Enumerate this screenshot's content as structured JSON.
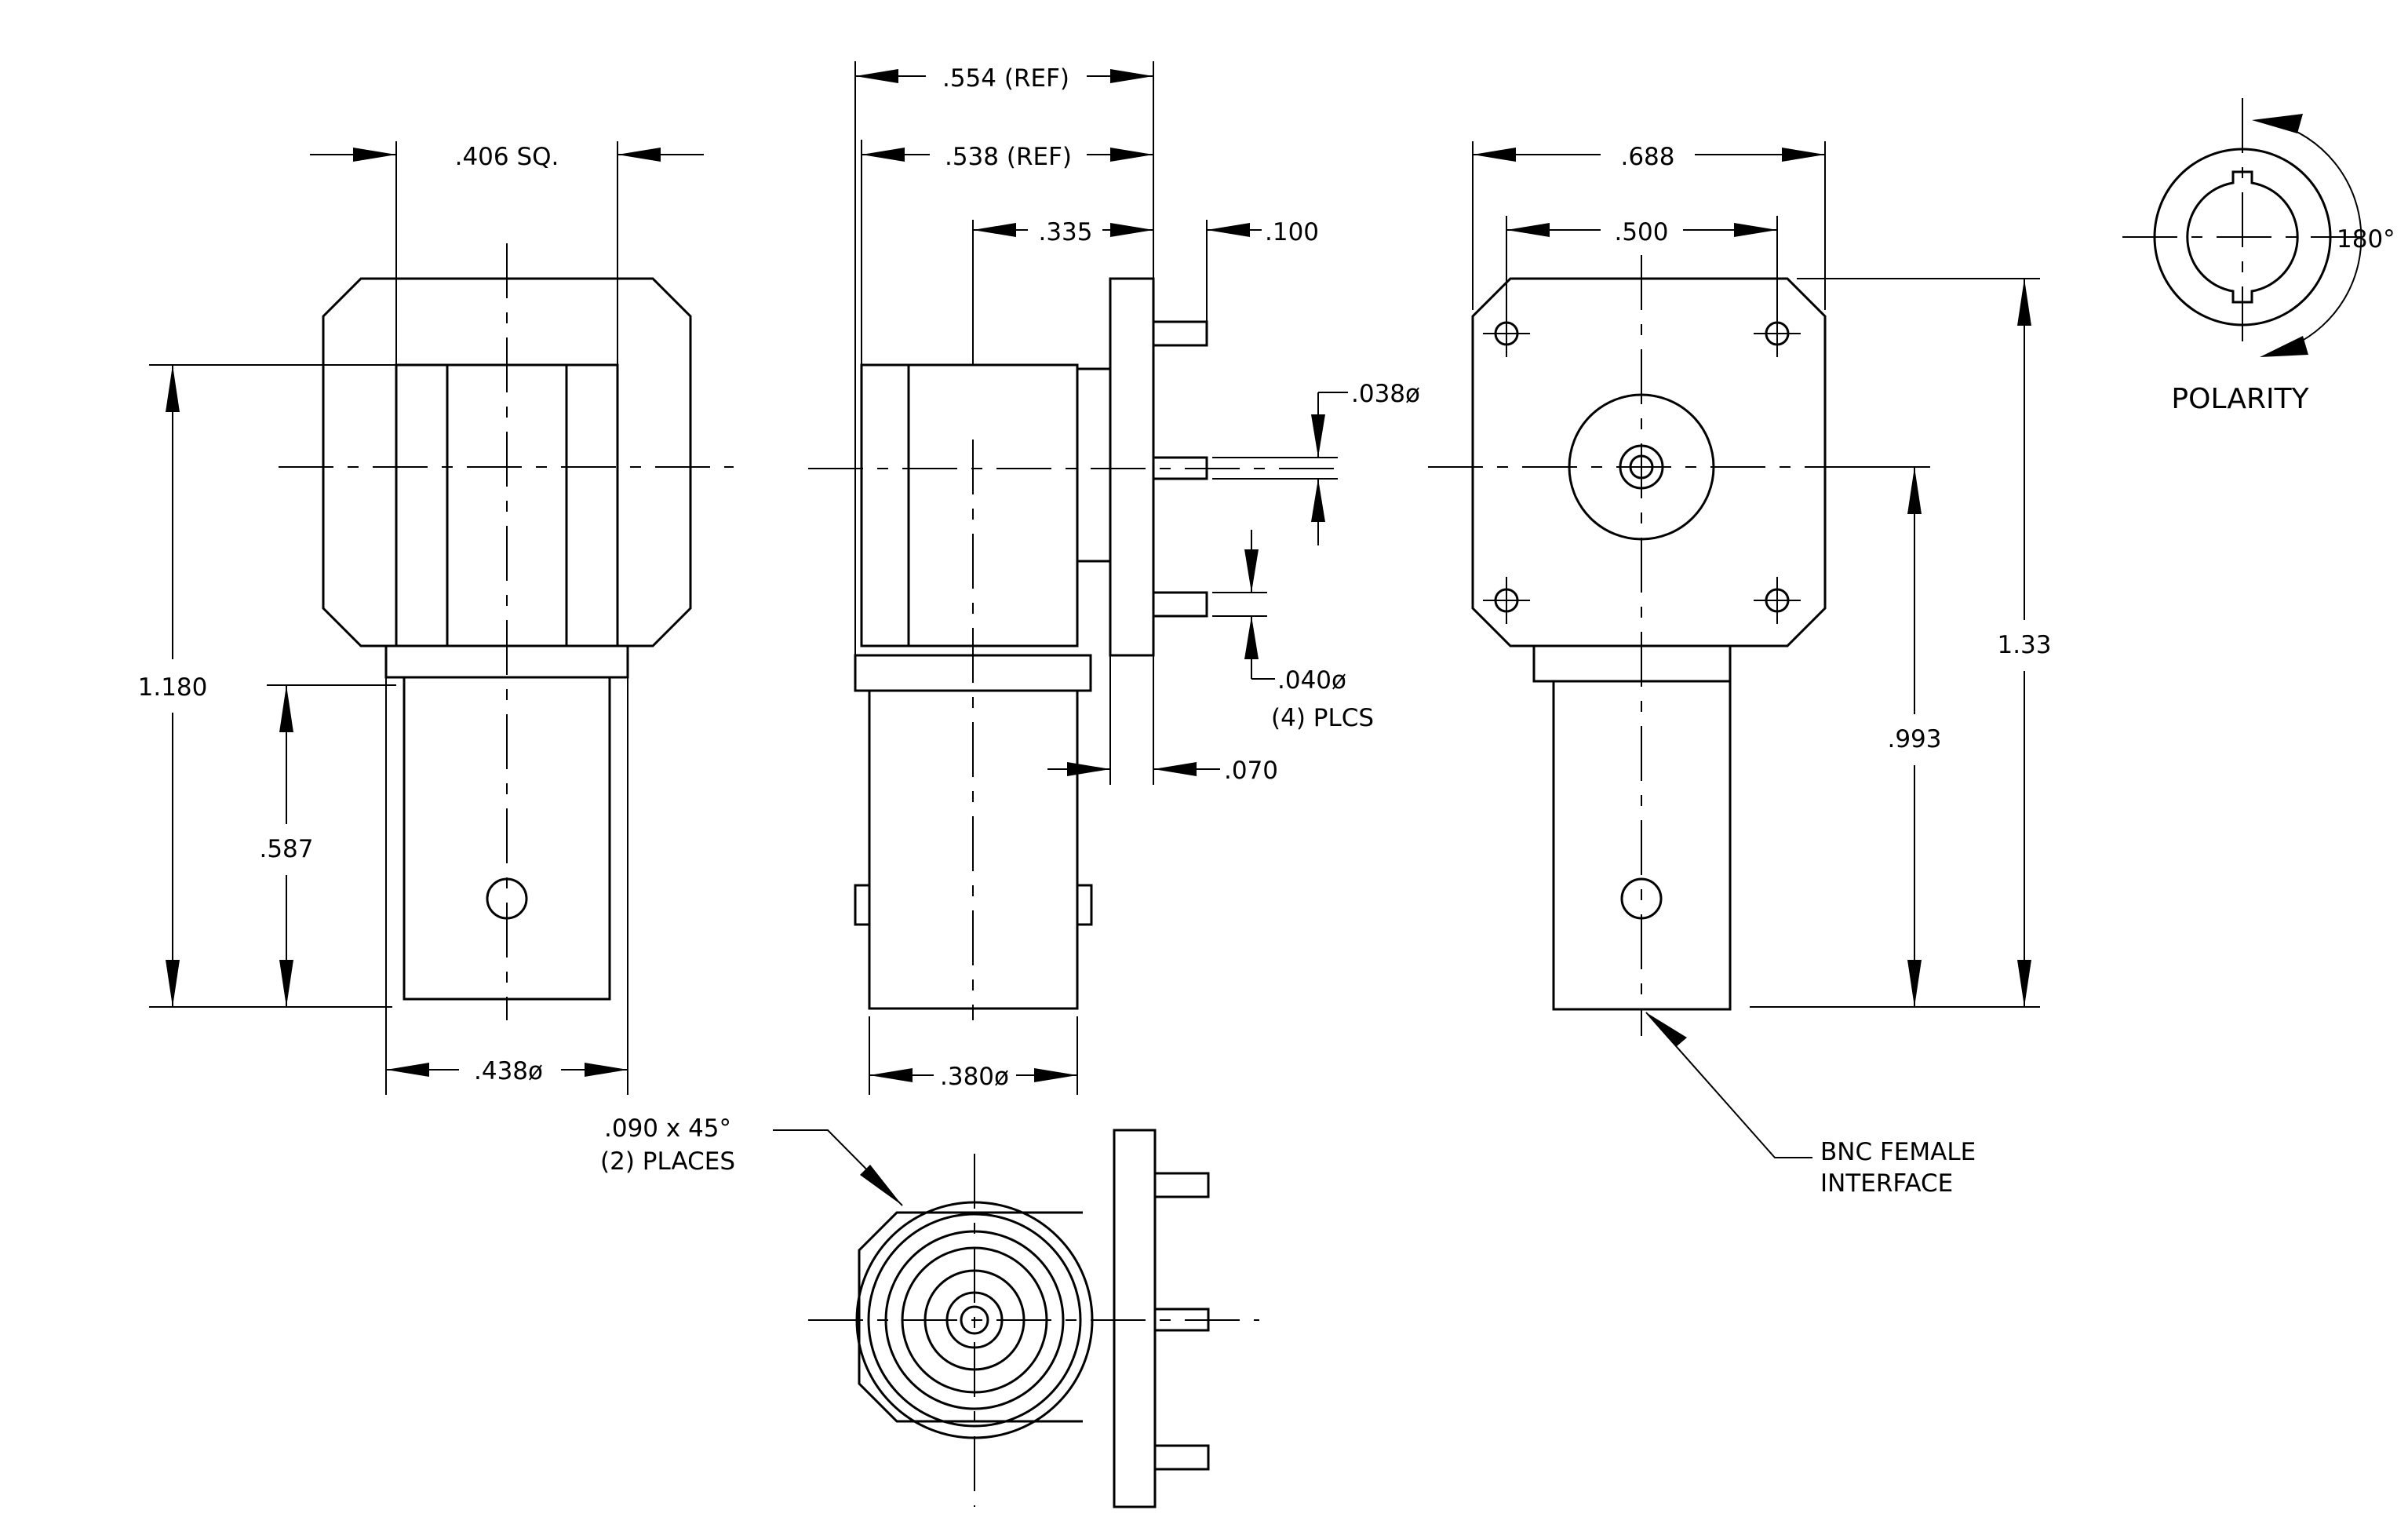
{
  "dimensions": {
    "sq406": ".406 SQ.",
    "ref554": ".554 (REF)",
    "ref538": ".538 (REF)",
    "d335": ".335",
    "d100": ".100",
    "d038": ".038ø",
    "d040": ".040ø",
    "plcs4": "(4) PLCS",
    "d070": ".070",
    "d1180": "1.180",
    "d587": ".587",
    "d438": ".438ø",
    "d380": ".380ø",
    "d688": ".688",
    "d500": ".500",
    "d133": "1.33",
    "d993": ".993",
    "deg180": "180°"
  },
  "labels": {
    "polarity": "POLARITY",
    "chamfer_line1": ".090 x 45°",
    "chamfer_line2": "(2) PLACES",
    "bnc_line1": "BNC FEMALE",
    "bnc_line2": "INTERFACE"
  }
}
